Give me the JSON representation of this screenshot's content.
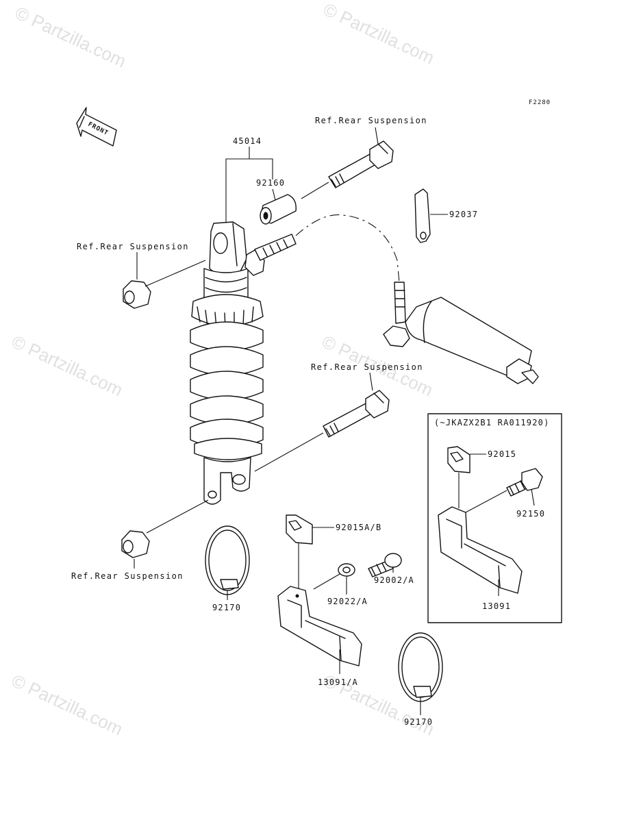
{
  "watermark": "© Partzilla.com",
  "figure_code": "F2280",
  "front_arrow": {
    "label": "FRONT"
  },
  "serial_note": "(~JKAZX2B1 RA011920)",
  "refs": {
    "rear_suspension_top": "Ref.Rear Suspension",
    "rear_suspension_left": "Ref.Rear Suspension",
    "rear_suspension_mid": "Ref.Rear Suspension",
    "rear_suspension_bottom": "Ref.Rear Suspension"
  },
  "parts": {
    "p45014": "45014",
    "p92160": "92160",
    "p92037": "92037",
    "p92015": "92015",
    "p92150": "92150",
    "p13091": "13091",
    "p92015ab": "92015A/B",
    "p92002a": "92002/A",
    "p92022a": "92022/A",
    "p92170_left": "92170",
    "p13091a": "13091/A",
    "p92170_bottom": "92170"
  }
}
